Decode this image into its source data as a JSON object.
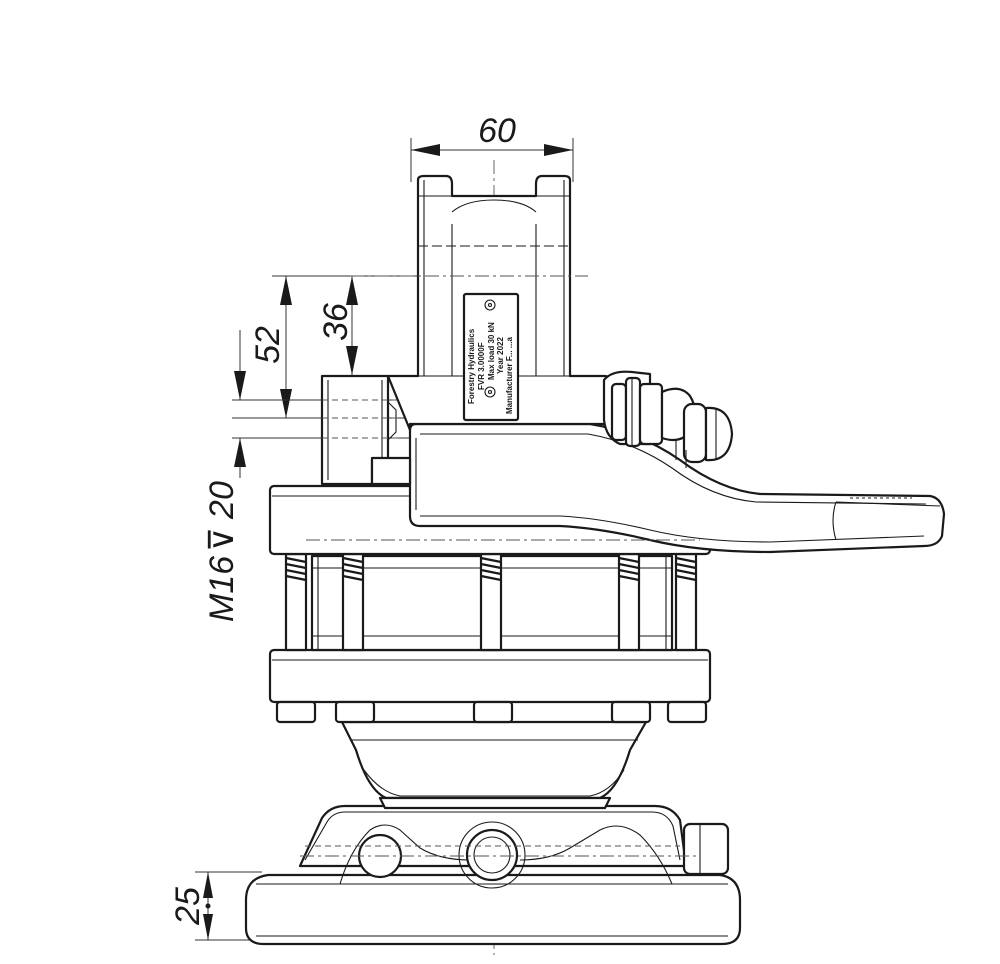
{
  "dimensions": {
    "width_top": "60",
    "height_52": "52",
    "height_36": "36",
    "thread": "M16",
    "depth_symbol": "⊽",
    "depth": "20",
    "base_height": "25"
  },
  "nameplate": {
    "line1": "Forestry Hydraulics",
    "line2": "FVR 3.0000F",
    "line3": "Max load 30 kN",
    "line4": "Year 2022",
    "line5": "Manufacturer F... ...a"
  }
}
